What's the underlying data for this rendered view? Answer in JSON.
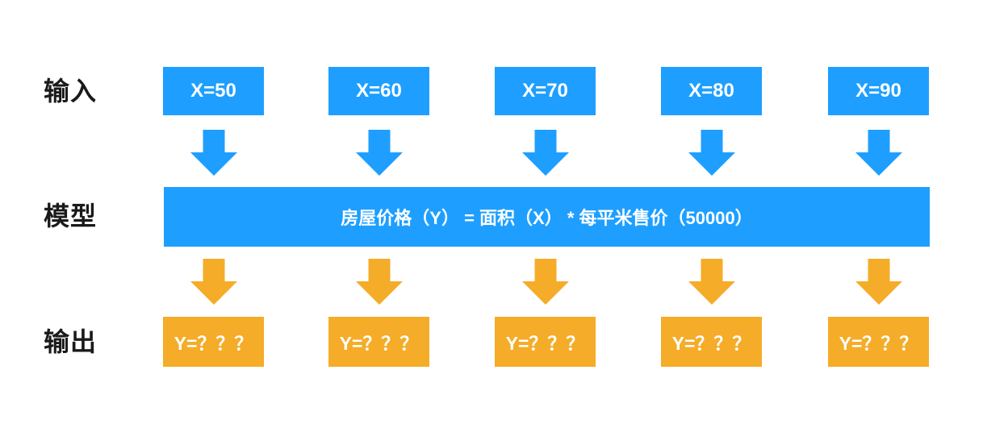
{
  "colors": {
    "primary_blue": "#1e9fff",
    "accent_orange": "#f5ac28",
    "label_text": "#1a1a1a",
    "box_text": "#ffffff",
    "background": "#ffffff"
  },
  "rows": {
    "input": {
      "label": "输入"
    },
    "model": {
      "label": "模型"
    },
    "output": {
      "label": "输出"
    }
  },
  "inputs": [
    {
      "label": "X=50"
    },
    {
      "label": "X=60"
    },
    {
      "label": "X=70"
    },
    {
      "label": "X=80"
    },
    {
      "label": "X=90"
    }
  ],
  "model": {
    "formula": "房屋价格（Y） = 面积（X） * 每平米售价（50000）"
  },
  "outputs": [
    {
      "label": "Y=？？？"
    },
    {
      "label": "Y=？？？"
    },
    {
      "label": "Y=？？？"
    },
    {
      "label": "Y=？？？"
    },
    {
      "label": "Y=？？？"
    }
  ],
  "icons": {
    "input_to_model_arrow": "down-arrow-icon",
    "model_to_output_arrow": "down-arrow-icon"
  }
}
